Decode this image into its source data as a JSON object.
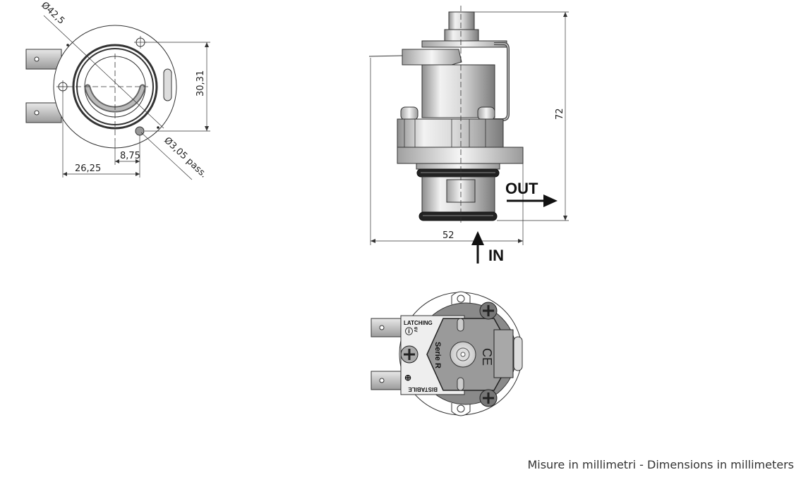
{
  "title": "Solenoid valve dimensional drawing",
  "top_view": {
    "dimensions": {
      "outer_diameter": "Ø42,5",
      "hole_spacing_vertical": "30,31",
      "hole_offset_small": "8,75",
      "hole_offset_large": "26,25",
      "mounting_hole": "Ø3,05 pass."
    }
  },
  "side_view": {
    "dimensions": {
      "height": "72",
      "width": "52"
    },
    "flow": {
      "outlet_label": "OUT",
      "inlet_label": "IN"
    }
  },
  "bottom_view": {
    "labels": {
      "latching": "LATCHING",
      "bistabile": "BISTABILE",
      "series": "Serie R",
      "voltage": "6V",
      "ce_mark": "CE",
      "plus_symbol": "⊕",
      "info_symbol": "ⓘ"
    }
  },
  "footer": {
    "units_note": "Misure in millimetri - Dimensions in millimeters"
  }
}
